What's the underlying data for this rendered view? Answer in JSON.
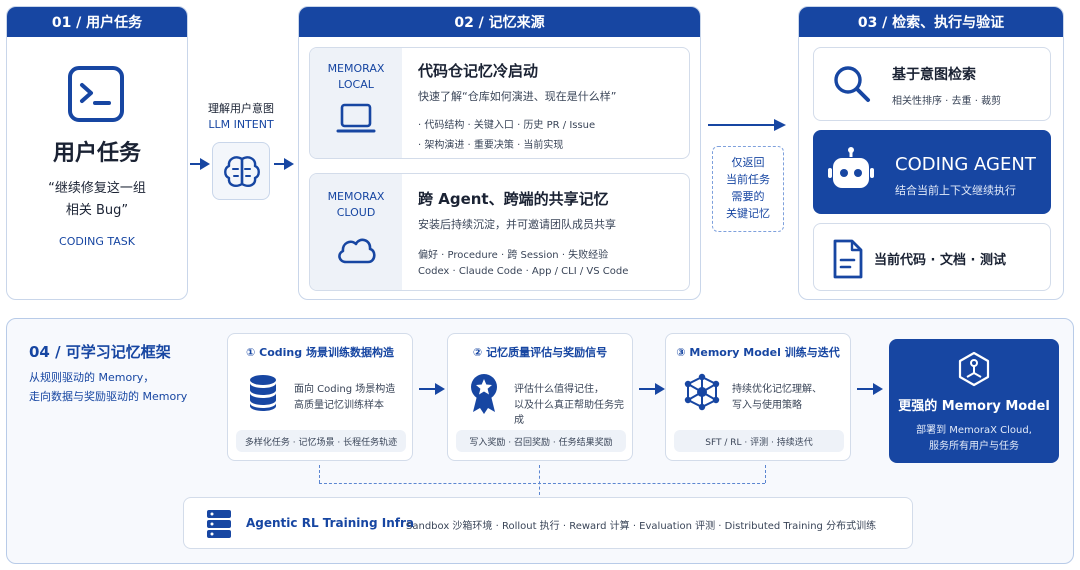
{
  "colors": {
    "primary": "#1746a2",
    "border": "#c9d6ea",
    "muted_bg": "#eef2f8"
  },
  "panel1": {
    "header": "01 / 用户任务",
    "icon": "terminal-icon",
    "title": "用户任务",
    "quote_line1": "“继续修复这一组",
    "quote_line2": "相关 Bug”",
    "caption": "CODING TASK"
  },
  "intent": {
    "label": "理解用户意图",
    "sub": "LLM INTENT",
    "icon": "brain-icon"
  },
  "panel2": {
    "header": "02 / 记忆来源",
    "local": {
      "tag_line1": "MEMORAX",
      "tag_line2": "LOCAL",
      "icon": "laptop-icon",
      "title": "代码仓记忆冷启动",
      "desc": "快速了解“仓库如何演进、现在是什么样”",
      "bullets_row1": "· 代码结构 · 关键入口 · 历史 PR / Issue",
      "bullets_row2": "· 架构演进 · 重要决策 · 当前实现"
    },
    "cloud": {
      "tag_line1": "MEMORAX",
      "tag_line2": "CLOUD",
      "icon": "cloud-icon",
      "title": "跨 Agent、跨端的共享记忆",
      "desc": "安装后持续沉淀，并可邀请团队成员共享",
      "bullets_row1": "偏好 · Procedure · 跨 Session · 失败经验",
      "bullets_row2": "Codex · Claude Code · App / CLI / VS Code"
    }
  },
  "return_note": {
    "l1": "仅返回",
    "l2": "当前任务",
    "l3": "需要的",
    "l4": "关键记忆"
  },
  "panel3": {
    "header": "03 / 检索、执行与验证",
    "search": {
      "icon": "search-icon",
      "title": "基于意图检索",
      "sub": "相关性排序 · 去重 · 裁剪"
    },
    "agent": {
      "icon": "robot-icon",
      "title": "CODING AGENT",
      "sub": "结合当前上下文继续执行"
    },
    "docs": {
      "icon": "document-icon",
      "title": "当前代码 · 文档 · 测试"
    }
  },
  "panel4": {
    "title": "04 / 可学习记忆框架",
    "desc_l1": "从规则驱动的 Memory，",
    "desc_l2": "走向数据与奖励驱动的 Memory",
    "step1": {
      "title": "① Coding 场景训练数据构造",
      "icon": "database-icon",
      "l1": "面向 Coding 场景构造",
      "l2": "高质量记忆训练样本",
      "chips": "多样化任务 · 记忆场景 · 长程任务轨迹"
    },
    "step2": {
      "title": "② 记忆质量评估与奖励信号",
      "icon": "award-icon",
      "l1": "评估什么值得记住，",
      "l2": "以及什么真正帮助任务完成",
      "chips": "写入奖励 · 召回奖励 · 任务结果奖励"
    },
    "step3": {
      "title": "③ Memory Model 训练与迭代",
      "icon": "network-icon",
      "l1": "持续优化记忆理解、",
      "l2": "写入与使用策略",
      "chips": "SFT / RL · 评测 · 持续迭代"
    },
    "result": {
      "icon": "model-icon",
      "title": "更强的 Memory Model",
      "l1": "部署到 MemoraX Cloud,",
      "l2": "服务所有用户与任务"
    },
    "infra": {
      "icon": "server-icon",
      "title": "Agentic RL Training Infra",
      "items": "Sandbox 沙箱环境 · Rollout 执行 · Reward 计算 · Evaluation 评测 · Distributed Training 分布式训练"
    }
  }
}
